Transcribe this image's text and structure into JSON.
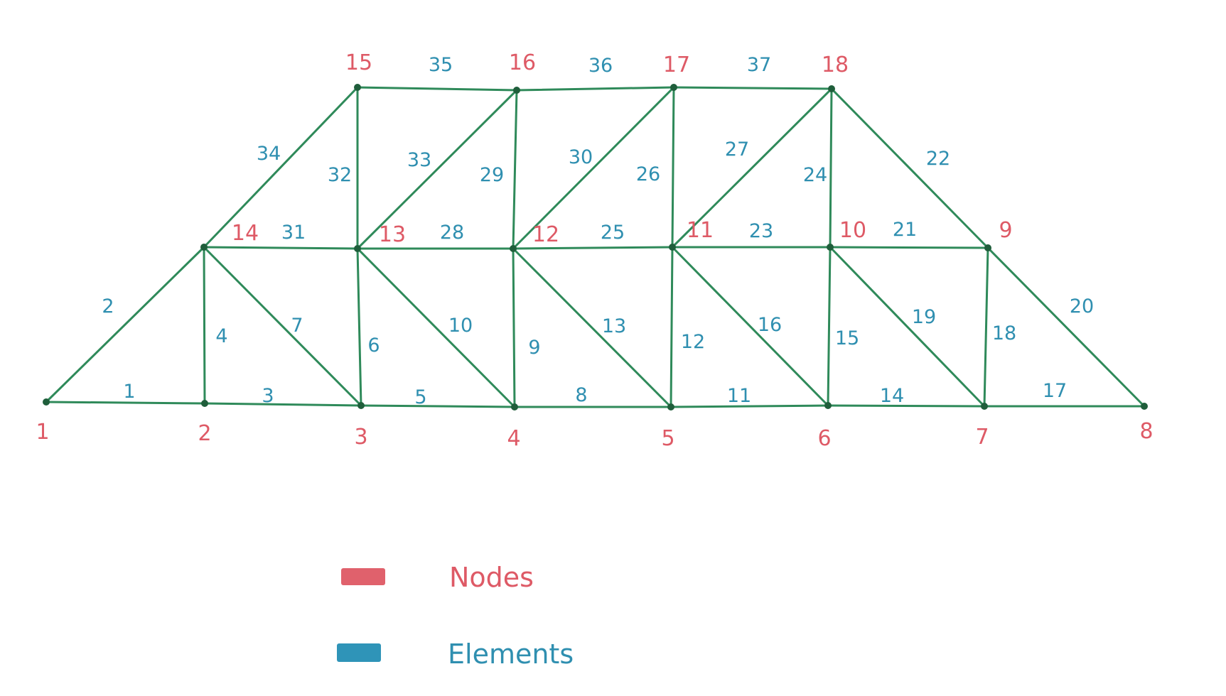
{
  "nodes": [
    {
      "id": "1",
      "label": "1"
    },
    {
      "id": "2",
      "label": "2"
    },
    {
      "id": "3",
      "label": "3"
    },
    {
      "id": "4",
      "label": "4"
    },
    {
      "id": "5",
      "label": "5"
    },
    {
      "id": "6",
      "label": "6"
    },
    {
      "id": "7",
      "label": "7"
    },
    {
      "id": "8",
      "label": "8"
    },
    {
      "id": "9",
      "label": "9"
    },
    {
      "id": "10",
      "label": "10"
    },
    {
      "id": "11",
      "label": "11"
    },
    {
      "id": "12",
      "label": "12"
    },
    {
      "id": "13",
      "label": "13"
    },
    {
      "id": "14",
      "label": "14"
    },
    {
      "id": "15",
      "label": "15"
    },
    {
      "id": "16",
      "label": "16"
    },
    {
      "id": "17",
      "label": "17"
    },
    {
      "id": "18",
      "label": "18"
    }
  ],
  "elements": [
    {
      "id": "1",
      "label": "1",
      "from": "1",
      "to": "2"
    },
    {
      "id": "2",
      "label": "2",
      "from": "1",
      "to": "14"
    },
    {
      "id": "3",
      "label": "3",
      "from": "2",
      "to": "3"
    },
    {
      "id": "4",
      "label": "4",
      "from": "2",
      "to": "14"
    },
    {
      "id": "5",
      "label": "5",
      "from": "3",
      "to": "4"
    },
    {
      "id": "6",
      "label": "6",
      "from": "3",
      "to": "13"
    },
    {
      "id": "7",
      "label": "7",
      "from": "14",
      "to": "3"
    },
    {
      "id": "8",
      "label": "8",
      "from": "4",
      "to": "5"
    },
    {
      "id": "9",
      "label": "9",
      "from": "4",
      "to": "12"
    },
    {
      "id": "10",
      "label": "10",
      "from": "13",
      "to": "4"
    },
    {
      "id": "11",
      "label": "11",
      "from": "5",
      "to": "6"
    },
    {
      "id": "12",
      "label": "12",
      "from": "5",
      "to": "11"
    },
    {
      "id": "13",
      "label": "13",
      "from": "12",
      "to": "5"
    },
    {
      "id": "14",
      "label": "14",
      "from": "6",
      "to": "7"
    },
    {
      "id": "15",
      "label": "15",
      "from": "6",
      "to": "10"
    },
    {
      "id": "16",
      "label": "16",
      "from": "11",
      "to": "6"
    },
    {
      "id": "17",
      "label": "17",
      "from": "7",
      "to": "8"
    },
    {
      "id": "18",
      "label": "18",
      "from": "7",
      "to": "9"
    },
    {
      "id": "19",
      "label": "19",
      "from": "10",
      "to": "7"
    },
    {
      "id": "20",
      "label": "20",
      "from": "9",
      "to": "8"
    },
    {
      "id": "21",
      "label": "21",
      "from": "10",
      "to": "9"
    },
    {
      "id": "22",
      "label": "22",
      "from": "18",
      "to": "9"
    },
    {
      "id": "23",
      "label": "23",
      "from": "11",
      "to": "10"
    },
    {
      "id": "24",
      "label": "24",
      "from": "10",
      "to": "18"
    },
    {
      "id": "25",
      "label": "25",
      "from": "12",
      "to": "11"
    },
    {
      "id": "26",
      "label": "26",
      "from": "11",
      "to": "17"
    },
    {
      "id": "27",
      "label": "27",
      "from": "11",
      "to": "18"
    },
    {
      "id": "28",
      "label": "28",
      "from": "13",
      "to": "12"
    },
    {
      "id": "29",
      "label": "29",
      "from": "12",
      "to": "16"
    },
    {
      "id": "30",
      "label": "30",
      "from": "12",
      "to": "17"
    },
    {
      "id": "31",
      "label": "31",
      "from": "14",
      "to": "13"
    },
    {
      "id": "32",
      "label": "32",
      "from": "13",
      "to": "15"
    },
    {
      "id": "33",
      "label": "33",
      "from": "13",
      "to": "16"
    },
    {
      "id": "34",
      "label": "34",
      "from": "14",
      "to": "15"
    },
    {
      "id": "35",
      "label": "35",
      "from": "15",
      "to": "16"
    },
    {
      "id": "36",
      "label": "36",
      "from": "16",
      "to": "17"
    },
    {
      "id": "37",
      "label": "37",
      "from": "17",
      "to": "18"
    }
  ],
  "legend": {
    "nodes_label": "Nodes",
    "elements_label": "Elements",
    "nodes_color": "#e0616c",
    "elements_color": "#2f94b8"
  },
  "colors": {
    "member": "#2f8a5a",
    "joint": "#1f5e3b",
    "node_text": "#de5a66",
    "element_text": "#2f8fb0"
  }
}
